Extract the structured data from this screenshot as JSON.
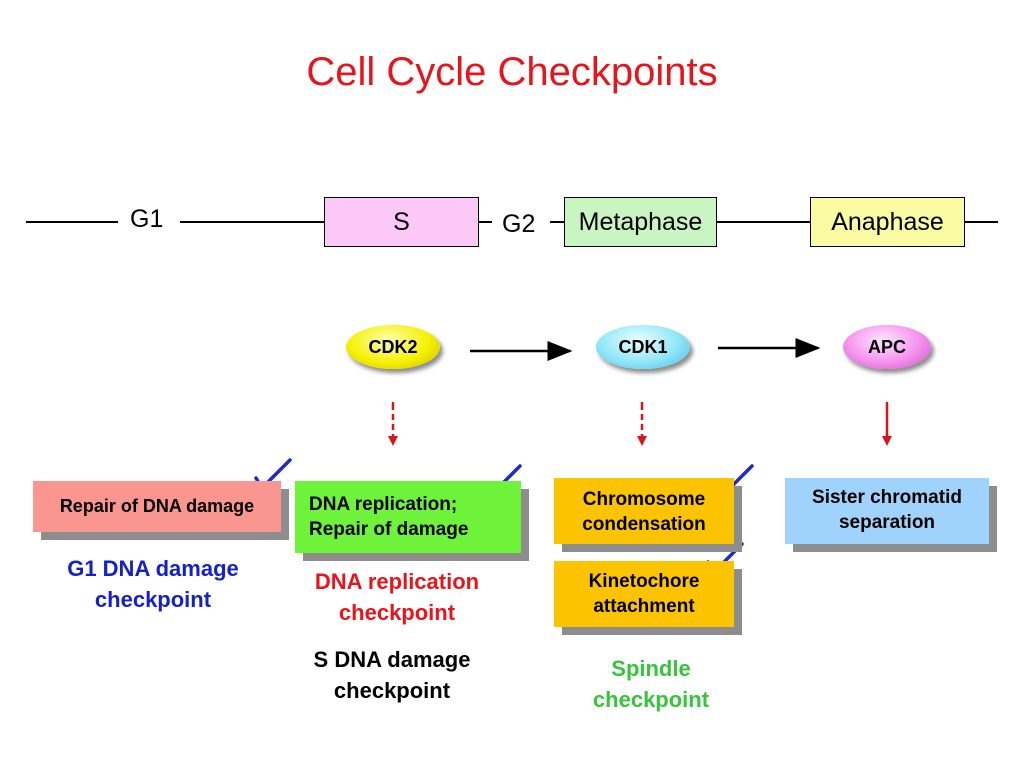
{
  "title": "Cell Cycle Checkpoints",
  "phases": {
    "g1": "G1",
    "s": "S",
    "g2": "G2",
    "metaphase": "Metaphase",
    "anaphase": "Anaphase"
  },
  "kinases": {
    "cdk2": "CDK2",
    "cdk1": "CDK1",
    "apc": "APC"
  },
  "events": {
    "repair_dna": "Repair of DNA damage",
    "dna_replication": [
      "DNA replication;",
      "Repair of damage"
    ],
    "chromosome": [
      "Chromosome",
      "condensation"
    ],
    "kinetochore": [
      "Kinetochore",
      "attachment"
    ],
    "sister": [
      "Sister chromatid",
      "separation"
    ]
  },
  "checkpoints": {
    "g1": [
      "G1 DNA damage",
      "checkpoint"
    ],
    "dna_replication": [
      "DNA replication",
      "checkpoint"
    ],
    "s_dna": [
      "S DNA damage",
      "checkpoint"
    ],
    "spindle": [
      "Spindle",
      "checkpoint"
    ]
  },
  "colors": {
    "title": "#e8141c",
    "s_box": "#fbc8f8",
    "metaphase_box": "#c9f5c2",
    "anaphase_box": "#fbfba4",
    "repair_card": "#f99690",
    "replication_card": "#6ef23a",
    "orange_card": "#fcc400",
    "sister_card": "#9fd3fb",
    "check_mark": "#1f2bc9",
    "arrow_red": "#d8141c",
    "g1_text": "#1420c8",
    "replication_text": "#e8141c",
    "spindle_text": "#36c43a"
  }
}
